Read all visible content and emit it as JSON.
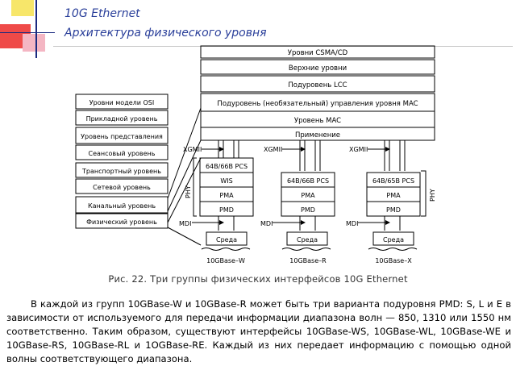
{
  "header": {
    "title": "10G  Ethernet",
    "subtitle": "Архитектура физического уровня"
  },
  "diagram": {
    "top_layers": [
      "Уровни CSMA/CD",
      "Верхние уровни",
      "Подуровень LCC",
      "Подуровень (необязательный) управления уровня MAC",
      "Уровень MAC",
      "Применение"
    ],
    "osi_title": "Уровни модели OSI",
    "osi_layers": [
      "Прикладной уровень",
      "Уровень представления",
      "Сеансовый уровень",
      "Транспортный уровень",
      "Сетевой уровень",
      "Канальный уровень",
      "Физический уровень"
    ],
    "xgmii": "XGMII",
    "mdi": "MDI",
    "phy": "PHY",
    "medium": "Среда",
    "columns": [
      {
        "blocks": [
          "64B/66B PCS",
          "WIS",
          "PMA",
          "PMD"
        ],
        "name": "10GBase–W"
      },
      {
        "blocks": [
          "64B/66B PCS",
          "PMA",
          "PMD"
        ],
        "name": "10GBase–R"
      },
      {
        "blocks": [
          "64B/65B PCS",
          "PMA",
          "PMD"
        ],
        "name": "10GBase–X"
      }
    ]
  },
  "caption": "Рис. 22. Три группы физических интерфейсов 10G Ethernet",
  "paragraph": "В каждой из групп 10GBase-W и 10GBase-R может быть три варианта подуровня PMD: S, L и E в зависимости от используемого для передачи информации диапазона волн — 850, 1310 или 1550 нм соответственно. Таким образом, существуют интерфейсы 10GBase-WS, 10GBase-WL, 10GBase-WE и 10GBase-RS, 10GBase-RL и 1OGBase-RE. Каждый из них передает информацию с помощью одной волны соответствующего диапазона.",
  "colors": {
    "title": "#2a3f9a",
    "deco_yellow": "#f7e66a",
    "deco_red": "#e8322f",
    "deco_pink": "#f2a5b7"
  }
}
